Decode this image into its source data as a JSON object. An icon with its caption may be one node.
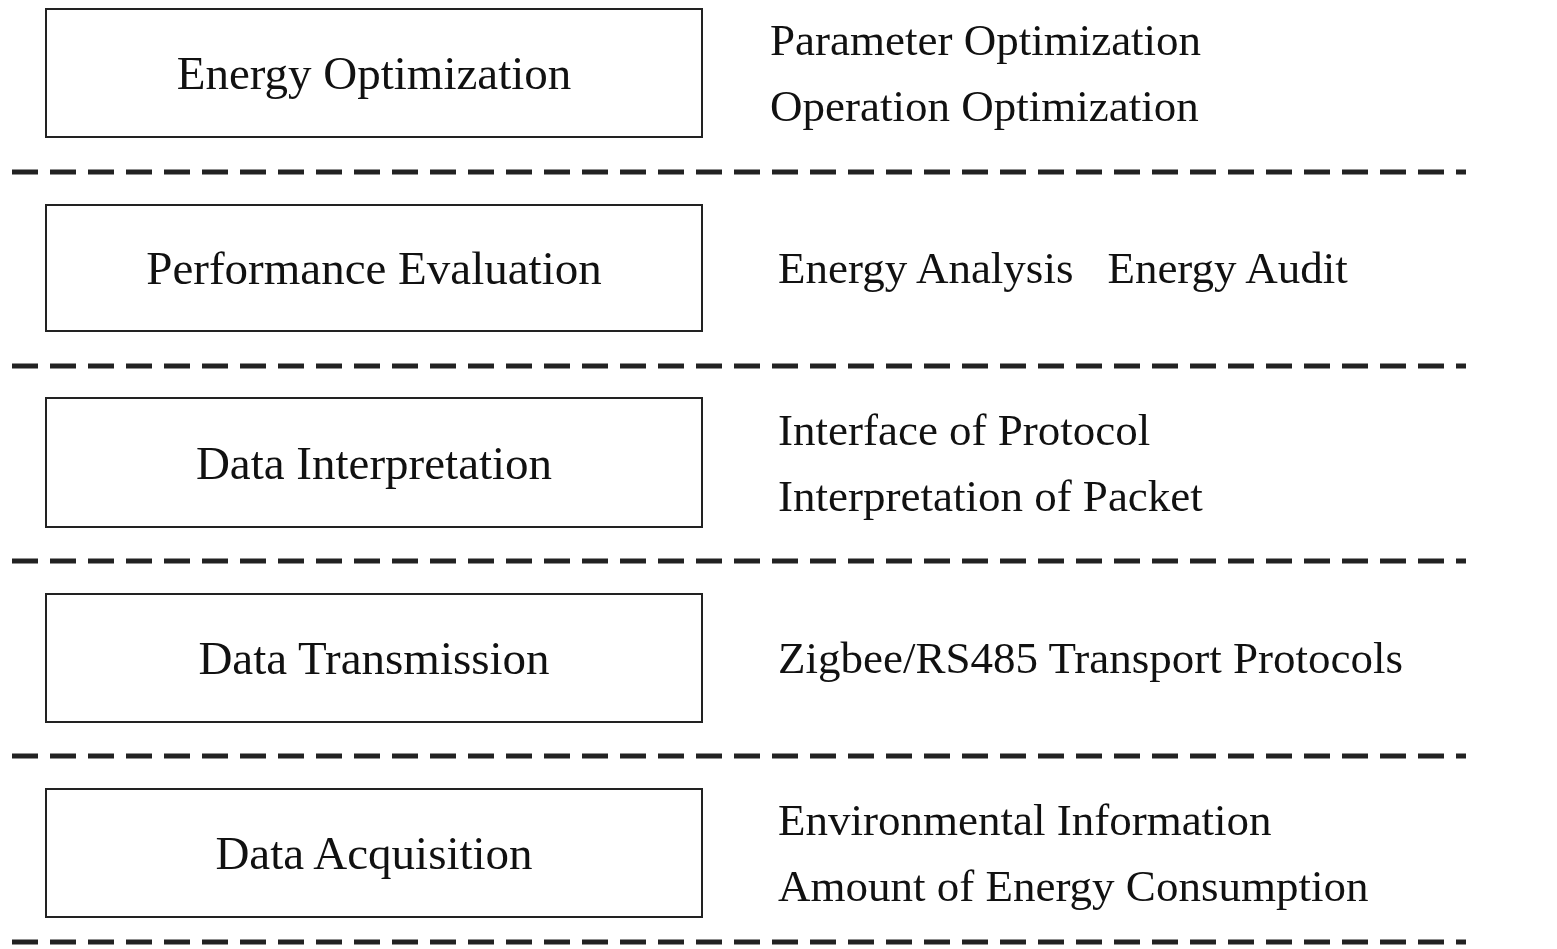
{
  "diagram": {
    "nodes": [
      {
        "text": [
          "Energy Optimization"
        ],
        "beside": [
          "Parameter Optimization",
          "Operation Optimization"
        ]
      },
      {
        "text": [
          "Performance Evaluation"
        ],
        "beside": [
          "Energy Analysis",
          "Energy Audit"
        ]
      },
      {
        "text": [
          "Data Interpretation"
        ],
        "beside": [
          "Interface of Protocol",
          "Interpretation of Packet"
        ]
      },
      {
        "text": [
          "Data Transmission"
        ],
        "beside": [
          "Zigbee/RS485 Transport Protocols"
        ]
      },
      {
        "text": [
          "Data Acquisition"
        ],
        "beside": [
          "Environmental Information",
          "Amount of Energy Consumption"
        ]
      }
    ]
  }
}
